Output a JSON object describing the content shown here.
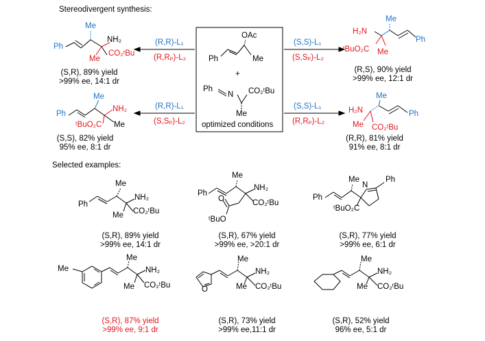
{
  "headings": {
    "stereodivergent": "Stereodivergent synthesis:",
    "selected": "Selected examples:"
  },
  "center_box": {
    "substrate_group": "OAc",
    "substrate_me": "Me",
    "substrate_ph": "Ph",
    "plus": "+",
    "imine_ph": "Ph",
    "imine_n": "N",
    "imine_ester": "CO₂ᵗBu",
    "imine_me": "Me",
    "conditions": "optimized conditions"
  },
  "conditions": {
    "top_left": {
      "line1": "(R,R)-L₁",
      "line2": "(R,Rₚ)-L₂"
    },
    "top_right": {
      "line1": "(S,S)-L₁",
      "line2": "(S,Sₚ)-L₂"
    },
    "bottom_left": {
      "line1": "(R,R)-L₁",
      "line2": "(S,Sₚ)-L₂"
    },
    "bottom_right": {
      "line1": "(S,S)-L₁",
      "line2": "(R,Rₚ)-L₂"
    }
  },
  "products": {
    "top_left": {
      "line1": "(S,R), 89% yield",
      "line2": ">99% ee, 14:1 dr"
    },
    "top_right": {
      "line1": "(R,S), 90% yield",
      "line2": ">99% ee, 12:1 dr"
    },
    "bottom_left": {
      "line1": "(S,S), 82% yield",
      "line2": "95% ee, 8:1 dr"
    },
    "bottom_right": {
      "line1": "(R,R), 81% yield",
      "line2": "91% ee, 8:1 dr"
    }
  },
  "examples": [
    {
      "line1": "(S,R), 89% yield",
      "line2": ">99% ee, 14:1 dr",
      "color": "#000000"
    },
    {
      "line1": "(S,R), 67% yield",
      "line2": ">99% ee, >20:1 dr",
      "color": "#000000"
    },
    {
      "line1": "(S,R), 77% yield",
      "line2": ">99% ee, 6:1 dr",
      "color": "#000000"
    },
    {
      "line1": "(S,R), 87% yield",
      "line2": ">99% ee, 9:1 dr",
      "color": "#e0161b"
    },
    {
      "line1": "(S,R), 73% yield",
      "line2": ">99% ee,11:1 dr",
      "color": "#000000"
    },
    {
      "line1": "(S,R), 52% yield",
      "line2": "96% ee, 5:1 dr",
      "color": "#000000"
    }
  ],
  "atom_labels": {
    "ph": "Ph",
    "me": "Me",
    "nh2": "NH₂",
    "h2n": "H₂N",
    "co2tbu": "CO₂ᵗBu",
    "tbuo2c": "ᵗBuO₂C",
    "tbuo": "ᵗBuO",
    "o": "O",
    "n": "N"
  },
  "colors": {
    "red": "#e0161b",
    "blue": "#1f72c7",
    "black": "#000000"
  }
}
